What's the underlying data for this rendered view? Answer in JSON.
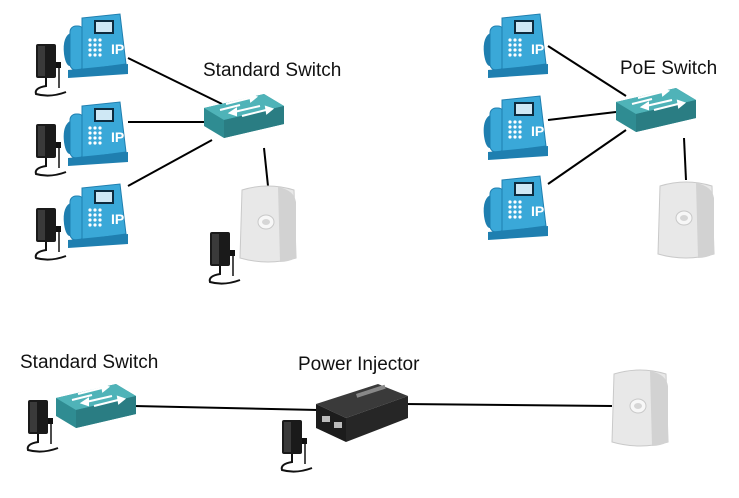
{
  "labels": {
    "top_left_switch": "Standard Switch",
    "top_right_switch": "PoE Switch",
    "bottom_switch": "Standard Switch",
    "power_injector": "Power Injector"
  },
  "phone_badge": "IP",
  "icons": [
    "ip-phone-icon",
    "power-adapter-icon",
    "network-switch-icon",
    "wireless-access-point-icon",
    "power-injector-icon"
  ],
  "colors": {
    "phone": "#3aa8d8",
    "phone_dark": "#1f7fb0",
    "switch_top": "#4fb3b8",
    "switch_side": "#2f8c92",
    "access_point": "#e6e6e6",
    "adapter": "#1a1a1a",
    "injector": "#222222"
  }
}
